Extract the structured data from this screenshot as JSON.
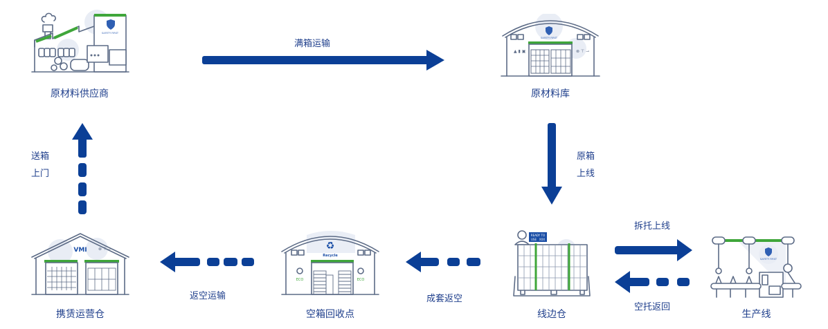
{
  "colors": {
    "arrow": "#0b3f96",
    "label_text": "#1f3f8c",
    "accent_green": "#3fa63a",
    "line_art": "#5c6b86"
  },
  "nodes": {
    "supplier": {
      "label": "原材料供应商",
      "icon": "factory-icon",
      "badge": "SAFETY FIRST"
    },
    "raw_warehouse": {
      "label": "原材料库",
      "icon": "warehouse-icon",
      "badge": "SAFETY FIRST"
    },
    "lineside": {
      "label": "线边仓",
      "icon": "lineside-rack-icon",
      "sign_line1": "READY TO",
      "sign_line2": "USE",
      "sign_code": "XXX"
    },
    "production": {
      "label": "生产线",
      "icon": "production-line-icon",
      "badge": "SAFETY FIRST"
    },
    "recycle_point": {
      "label": "空箱回收点",
      "icon": "recycle-warehouse-icon",
      "sign": "Recycle",
      "eco": "ECO"
    },
    "vmi": {
      "label": "携赁运营仓",
      "icon": "vmi-warehouse-icon",
      "sign": "VMI"
    }
  },
  "flows": {
    "full_box_transport": {
      "label": "满箱运输",
      "style": "solid",
      "direction": "right"
    },
    "original_box_online": {
      "line1": "原箱",
      "line2": "上线",
      "style": "solid",
      "direction": "down"
    },
    "unpack_online": {
      "label": "拆托上线",
      "style": "solid",
      "direction": "right"
    },
    "empty_pallet_return": {
      "label": "空托返回",
      "style": "dashed",
      "direction": "left"
    },
    "set_return_empty": {
      "label": "成套返空",
      "style": "dashed",
      "direction": "left"
    },
    "empty_return_transport": {
      "label": "返空运输",
      "style": "dashed",
      "direction": "left"
    },
    "deliver_box": {
      "line1": "送箱",
      "line2": "上门",
      "style": "dashed",
      "direction": "up"
    }
  }
}
